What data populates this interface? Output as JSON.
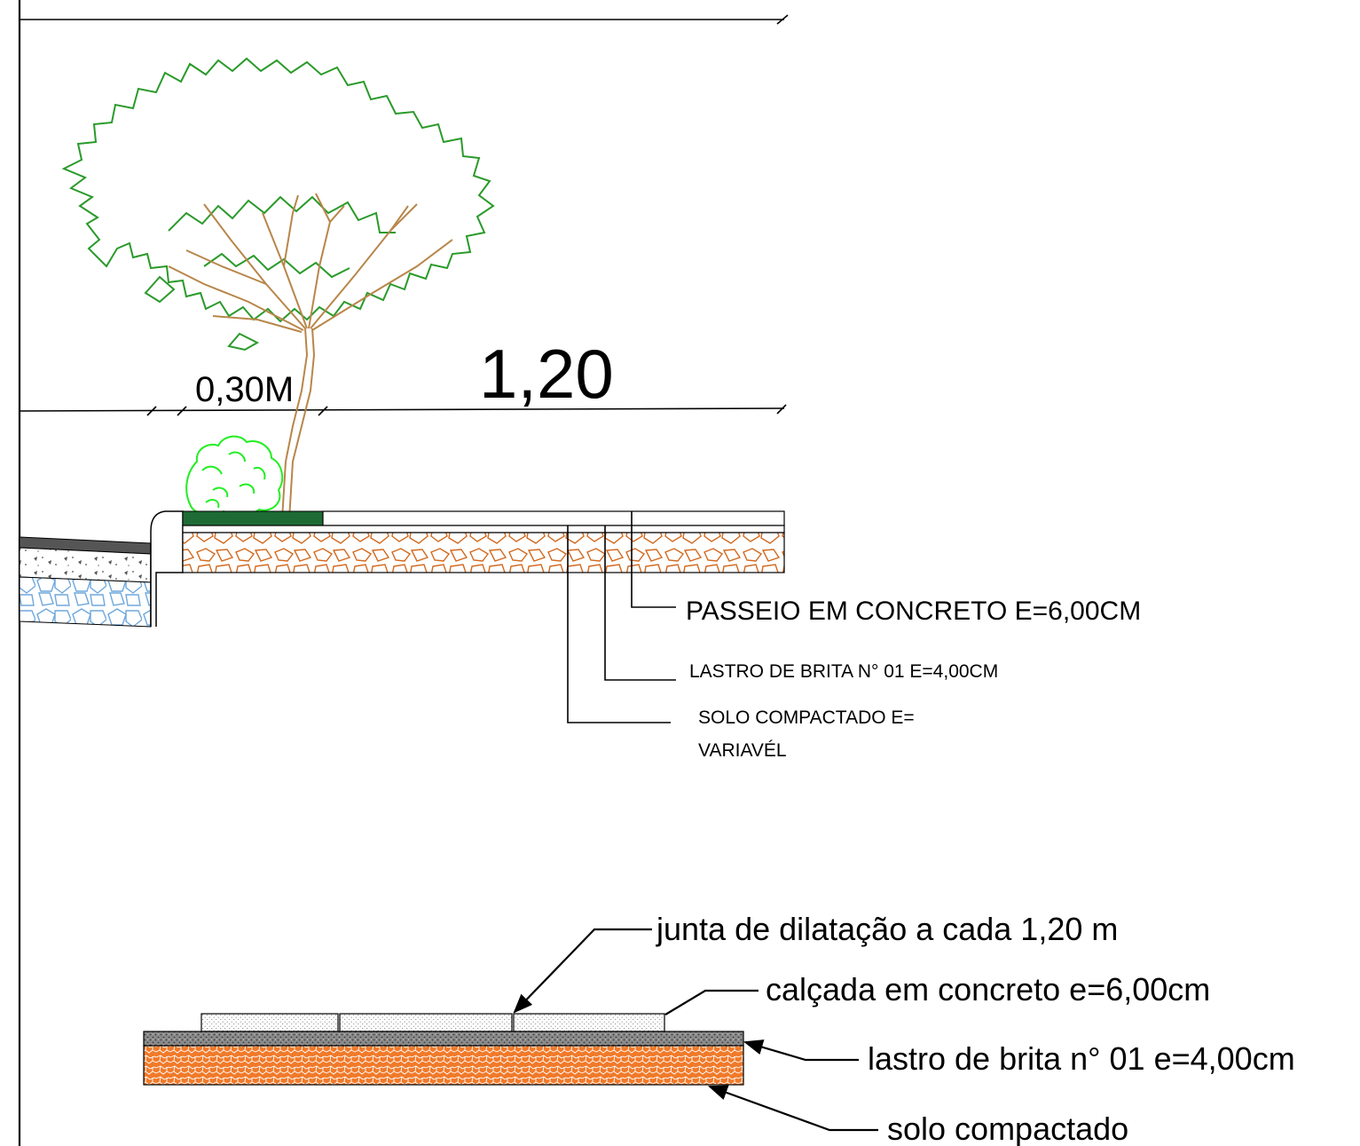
{
  "section": {
    "dimension_total": "1,20",
    "dimension_strip": "0,30M",
    "labels": {
      "passeio": "PASSEIO EM CONCRETO E=6,00CM",
      "lastro": "LASTRO DE BRITA N° 01 E=4,00CM",
      "solo_line1": "SOLO COMPACTADO E=",
      "solo_line2": "VARIAVÉL"
    }
  },
  "detail": {
    "labels": {
      "junta": "junta de dilatação a cada 1,20 m",
      "calcada": "calçada em concreto e=6,00cm",
      "lastro": "lastro de brita n° 01 e=4,00cm",
      "solo": "solo compactado"
    }
  },
  "colors": {
    "foliage": "#2a9a2a",
    "branches": "#b8864a",
    "shrub": "#22ee22",
    "planter": "#1e6b35",
    "soil_hatch": "#d2691e",
    "soil_fill": "#f07a2a",
    "base_hatch": "#6fa8dc",
    "asphalt": "#555555"
  }
}
